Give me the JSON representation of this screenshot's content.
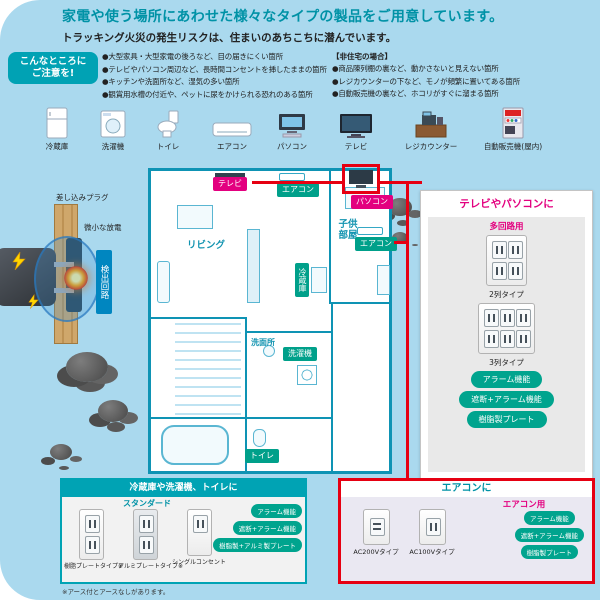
{
  "colors": {
    "accent_teal": "#0092a6",
    "magenta": "#e3007f",
    "tag_green": "#00a48e",
    "alert_red": "#e60012",
    "badge_teal": "#00a2b4",
    "background_blue": "#aad9ee"
  },
  "header": {
    "title": "家電や使う場所にあわせた様々なタイプの製品をご用意しています。",
    "subtitle": "トラッキング火災の発生リスクは、住まいのあちこちに潜んでいます。",
    "badge_line1": "こんなところに",
    "badge_line2": "ご注意を!",
    "caution_left": [
      "●大型家具・大型家電の後ろなど、目の届きにくい箇所",
      "●テレビやパソコン周辺など、長時間コンセントを挿したままの箇所",
      "●キッチンや洗面所など、湿気の多い箇所",
      "●観賞用水槽の付近や、ペットに尿をかけられる恐れのある箇所"
    ],
    "nonres_label": "【非住宅の場合】",
    "caution_right": [
      "●商品陳列棚の裏など、動かさないと見えない箇所",
      "●レジカウンターの下など、モノが頻繁に置いてある箇所",
      "●自動販売機の裏など、ホコリがすぐに溜まる箇所"
    ]
  },
  "appliances": [
    "冷蔵庫",
    "洗濯機",
    "トイレ",
    "エアコン",
    "パソコン",
    "テレビ",
    "レジカウンター",
    "自動販売機(屋内)"
  ],
  "plug_diagram": {
    "plug_label": "差し込みプラグ",
    "discharge_label": "微小な放電",
    "circuit_label": "検出回路"
  },
  "floorplan": {
    "rooms": {
      "living": "リビング",
      "kids": "子供部屋",
      "washroom": "洗面所"
    },
    "tags": {
      "tv": "テレビ",
      "aircon1": "エアコン",
      "pc": "パソコン",
      "aircon2": "エアコン",
      "fridge": "冷蔵庫",
      "washer": "洗濯機",
      "toilet": "トイレ"
    }
  },
  "panel_tv": {
    "title": "テレビやパソコンに",
    "category": "多回路用",
    "products": [
      {
        "name": "2列タイプ"
      },
      {
        "name": "3列タイプ"
      }
    ],
    "features": [
      "アラーム機能",
      "遮断+アラーム機能",
      "樹脂製プレート"
    ]
  },
  "panel_standard": {
    "title": "冷蔵庫や洗濯機、トイレに",
    "category": "スタンダード",
    "products": [
      {
        "name": "樹脂プレートタイプ※"
      },
      {
        "name": "アルミプレートタイプ※"
      },
      {
        "name": "シングルコンセント"
      }
    ],
    "features": [
      "アラーム機能",
      "遮断+アラーム機能",
      "樹脂製+アルミ製プレート"
    ],
    "note": "※アース付とアースなしがあります。"
  },
  "panel_aircon": {
    "title": "エアコンに",
    "category": "エアコン用",
    "products": [
      {
        "name": "AC200Vタイプ"
      },
      {
        "name": "AC100Vタイプ"
      }
    ],
    "features": [
      "アラーム機能",
      "遮断+アラーム機能",
      "樹脂製プレート"
    ]
  }
}
